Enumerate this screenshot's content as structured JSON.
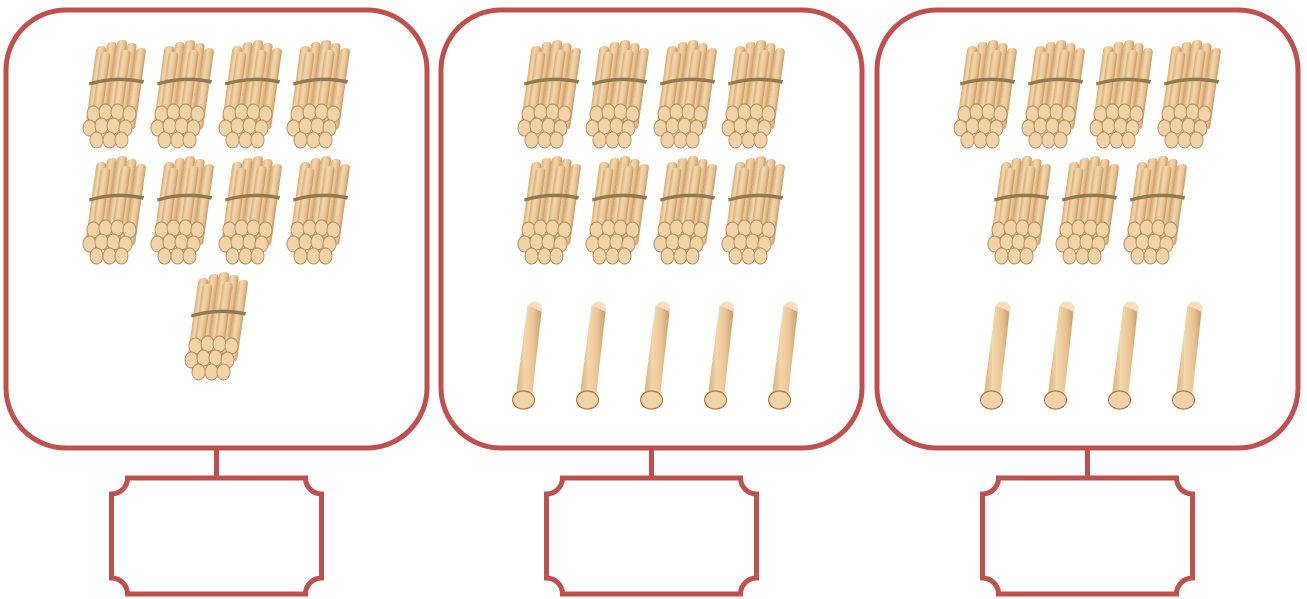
{
  "colors": {
    "frame": "#c0504d",
    "stick_light": "#f5dcb4",
    "stick_mid": "#e8c393",
    "stick_dark": "#d1a36b",
    "stick_outline": "#b58a58",
    "band": "#8f7a52",
    "background": "#ffffff"
  },
  "icons": {
    "bundle": "bundle-of-ten-sticks-icon",
    "stick": "single-stick-icon"
  },
  "panels": [
    {
      "bundles": 9,
      "singles": 0,
      "answer": ""
    },
    {
      "bundles": 8,
      "singles": 5,
      "answer": ""
    },
    {
      "bundles": 7,
      "singles": 4,
      "answer": ""
    }
  ]
}
